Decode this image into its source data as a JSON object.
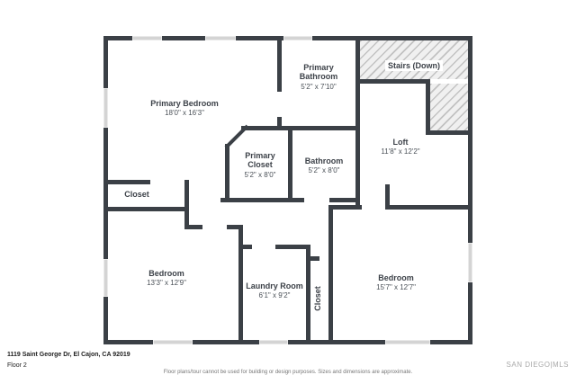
{
  "plan": {
    "colors": {
      "wall": "#3b4046",
      "window": "#d4d4d4",
      "hatch_line": "#c2c2c2"
    },
    "rooms": {
      "primary_bedroom": {
        "name": "Primary Bedroom",
        "dims": "18'0\" x 16'3\""
      },
      "primary_bathroom": {
        "name": "Primary Bathroom",
        "dims": "5'2\" x 7'10\""
      },
      "stairs": {
        "name": "Stairs (Down)"
      },
      "loft": {
        "name": "Loft",
        "dims": "11'8\" x 12'2\""
      },
      "primary_closet": {
        "name": "Primary Closet",
        "dims": "5'2\" x 8'0\""
      },
      "bathroom": {
        "name": "Bathroom",
        "dims": "5'2\" x 8'0\""
      },
      "closet_left": {
        "name": "Closet"
      },
      "bedroom_left": {
        "name": "Bedroom",
        "dims": "13'3\" x 12'9\""
      },
      "laundry": {
        "name": "Laundry Room",
        "dims": "6'1\" x 9'2\""
      },
      "closet_small": {
        "name": "Closet"
      },
      "bedroom_right": {
        "name": "Bedroom",
        "dims": "15'7\" x 12'7\""
      }
    }
  },
  "footer": {
    "address": "1119 Saint George Dr, El Cajon, CA 92019",
    "floor_label": "Floor 2",
    "disclaimer": "Floor plans/tour cannot be used for building or design purposes. Sizes and dimensions are approximate.",
    "brand": "SAN DIEGO|MLS"
  }
}
